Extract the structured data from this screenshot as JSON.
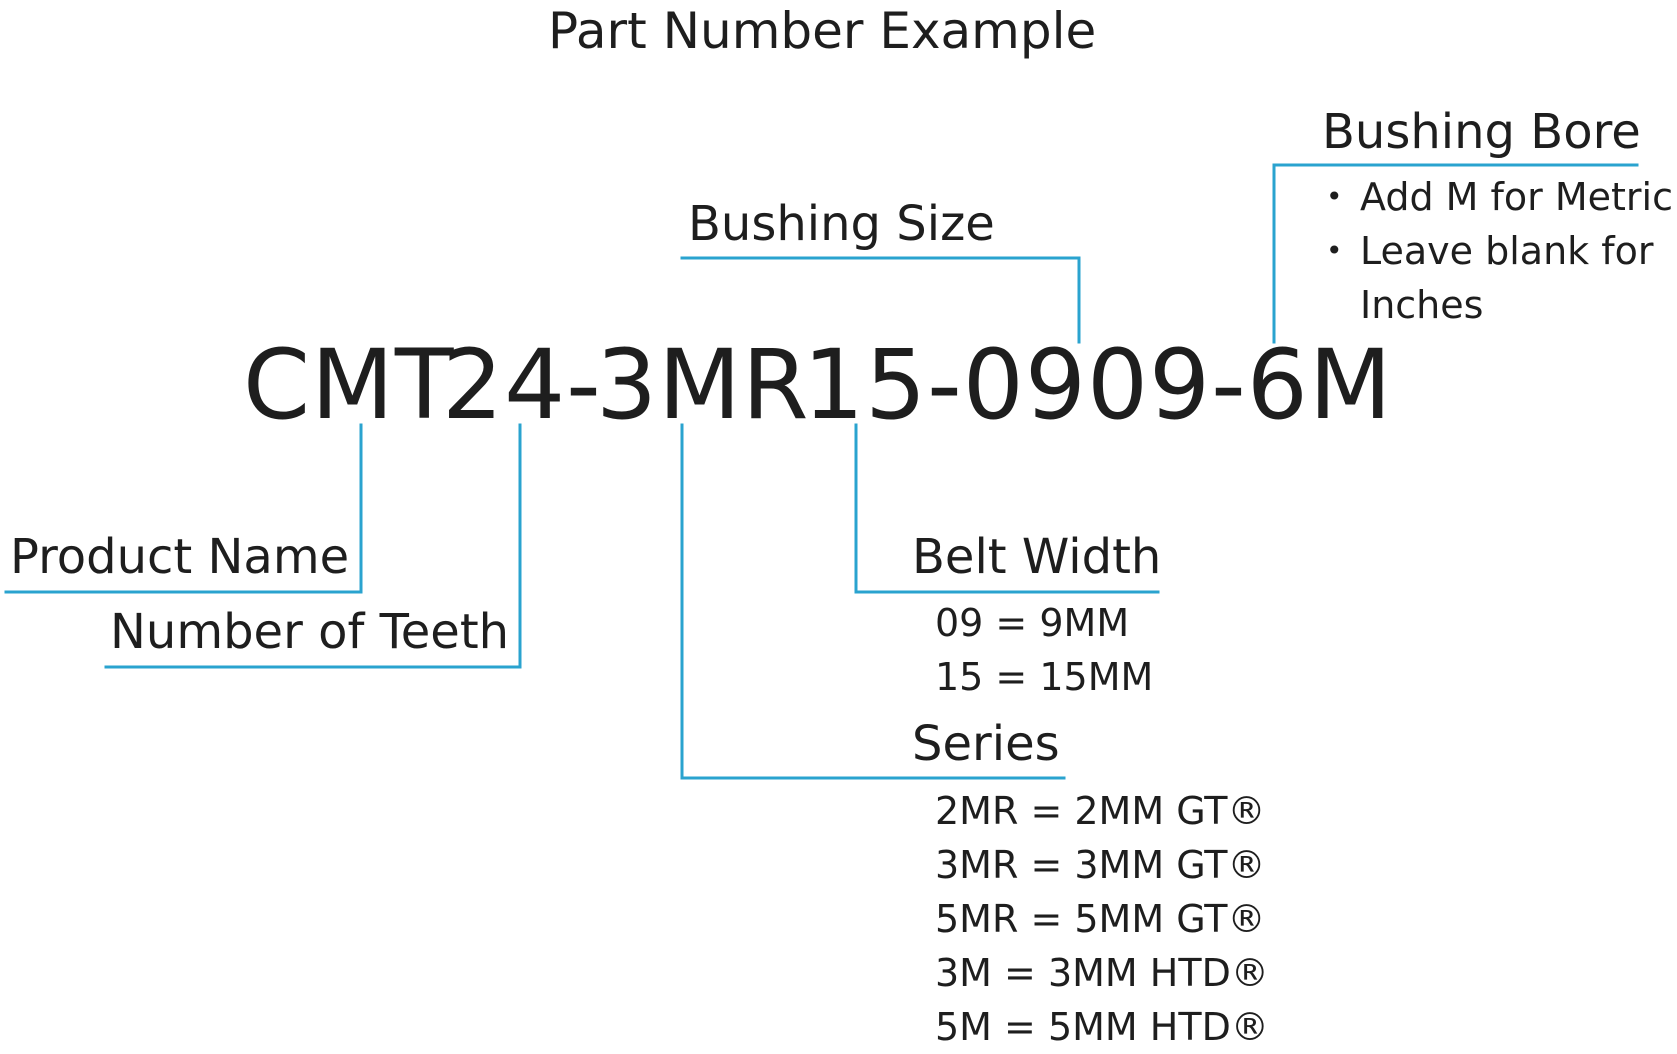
{
  "colors": {
    "accent": "#2aa3cf",
    "text": "#1e1e1e"
  },
  "title": "Part Number Example",
  "part_number": {
    "segments": [
      "CMT",
      "24-",
      "3MR",
      "15-0909-6M"
    ]
  },
  "callouts": {
    "product_name": {
      "label": "Product Name"
    },
    "number_of_teeth": {
      "label": "Number of Teeth"
    },
    "series": {
      "label": "Series",
      "options": [
        "2MR = 2MM GT®",
        "3MR = 3MM GT®",
        "5MR = 5MM GT®",
        "3M = 3MM HTD®",
        "5M = 5MM HTD®"
      ]
    },
    "belt_width": {
      "label": "Belt Width",
      "options": [
        "09 = 9MM",
        "15 = 15MM"
      ]
    },
    "bushing_size": {
      "label": "Bushing Size"
    },
    "bushing_bore": {
      "label": "Bushing Bore",
      "bullets": [
        "Add M for Metric",
        "Leave blank for Inches"
      ]
    }
  }
}
